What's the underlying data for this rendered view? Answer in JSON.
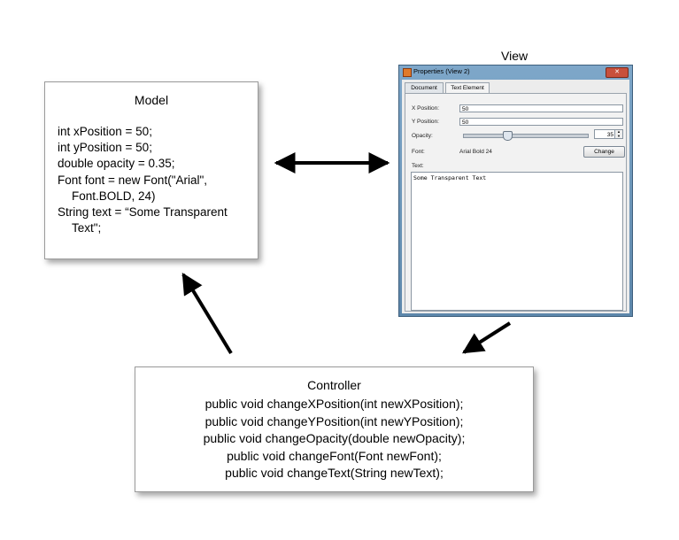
{
  "model": {
    "title": "Model",
    "lines": [
      "int xPosition = 50;",
      "int yPosition = 50;",
      "double opacity = 0.35;",
      "Font font = new Font(\"Arial\",",
      "Font.BOLD, 24)",
      "String text = “Some Transparent",
      "Text\";"
    ]
  },
  "view": {
    "label": "View",
    "window": {
      "title": "Properties (View 2)",
      "tabs": [
        "Document",
        "Text Element"
      ],
      "x_label": "X Position:",
      "x_value": "50",
      "y_label": "Y Position:",
      "y_value": "50",
      "opacity_label": "Opacity:",
      "opacity_value": "35",
      "opacity_level_percent": 35,
      "font_label": "Font:",
      "font_value": "Arial Bold 24",
      "change_button": "Change",
      "text_label": "Text:",
      "text_value": "Some Transparent Text"
    }
  },
  "controller": {
    "title": "Controller",
    "lines": [
      "public void changeXPosition(int newXPosition);",
      "public void changeYPosition(int newYPosition);",
      "public void changeOpacity(double newOpacity);",
      "public void changeFont(Font newFont);",
      "public void changeText(String newText);"
    ]
  }
}
